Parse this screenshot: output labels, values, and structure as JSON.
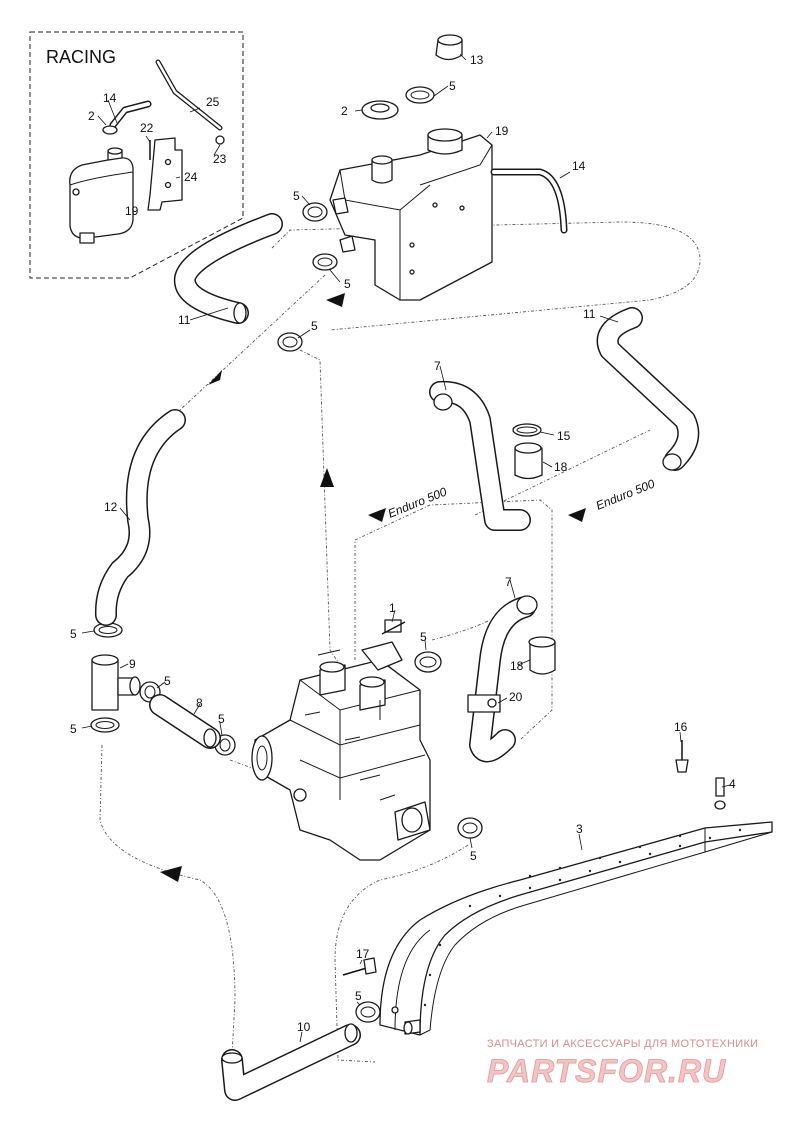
{
  "racing_box": {
    "title": "RACING"
  },
  "variant_labels": [
    "Enduro 500",
    "Enduro 500"
  ],
  "callouts": {
    "n1": "1",
    "n2": "2",
    "n3": "3",
    "n4": "4",
    "n5": "5",
    "n7": "7",
    "n8": "8",
    "n9": "9",
    "n10": "10",
    "n11": "11",
    "n12": "12",
    "n13": "13",
    "n14": "14",
    "n15": "15",
    "n16": "16",
    "n17": "17",
    "n18": "18",
    "n19": "19",
    "n20": "20",
    "n22": "22",
    "n23": "23",
    "n24": "24",
    "n25": "25"
  },
  "watermark": {
    "line1": "ЗАПЧАСТИ И АКСЕССУАРЫ ДЛЯ МОТОТЕХНИКИ",
    "line2": "PARTSFOR.RU"
  }
}
